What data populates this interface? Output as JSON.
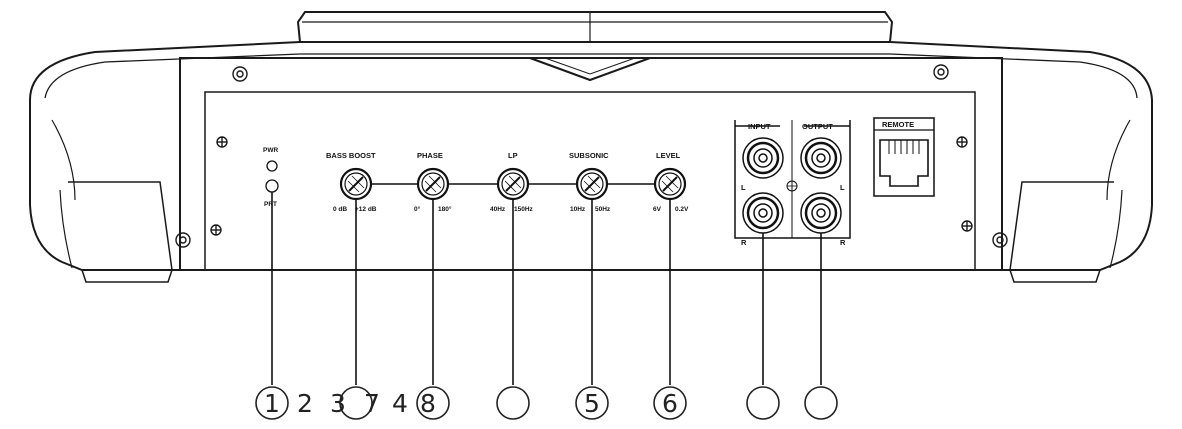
{
  "panel": {
    "led_labels": [
      "PWR",
      "PRT"
    ],
    "controls": [
      {
        "id": "bass-boost",
        "label": "BASS BOOST",
        "min": "0 dB",
        "max": "+12 dB"
      },
      {
        "id": "phase",
        "label": "PHASE",
        "min": "0°",
        "max": "180°"
      },
      {
        "id": "lp",
        "label": "LP",
        "min": "40Hz",
        "max": "150Hz"
      },
      {
        "id": "subsonic",
        "label": "SUBSONIC",
        "min": "10Hz",
        "max": "50Hz"
      },
      {
        "id": "level",
        "label": "LEVEL",
        "min": "6V",
        "max": "0.2V"
      }
    ],
    "input_label": "INPUT",
    "output_label": "OUTPUT",
    "remote_label": "REMOTE",
    "channel_left": "L",
    "channel_right": "R"
  },
  "callouts": {
    "c1": "1",
    "c2": "2",
    "c3": "3",
    "c7": "7",
    "c4": "4",
    "c8": "8",
    "c5": "5",
    "c6": "6",
    "c_lp": "",
    "c_in": "",
    "c_out": ""
  }
}
